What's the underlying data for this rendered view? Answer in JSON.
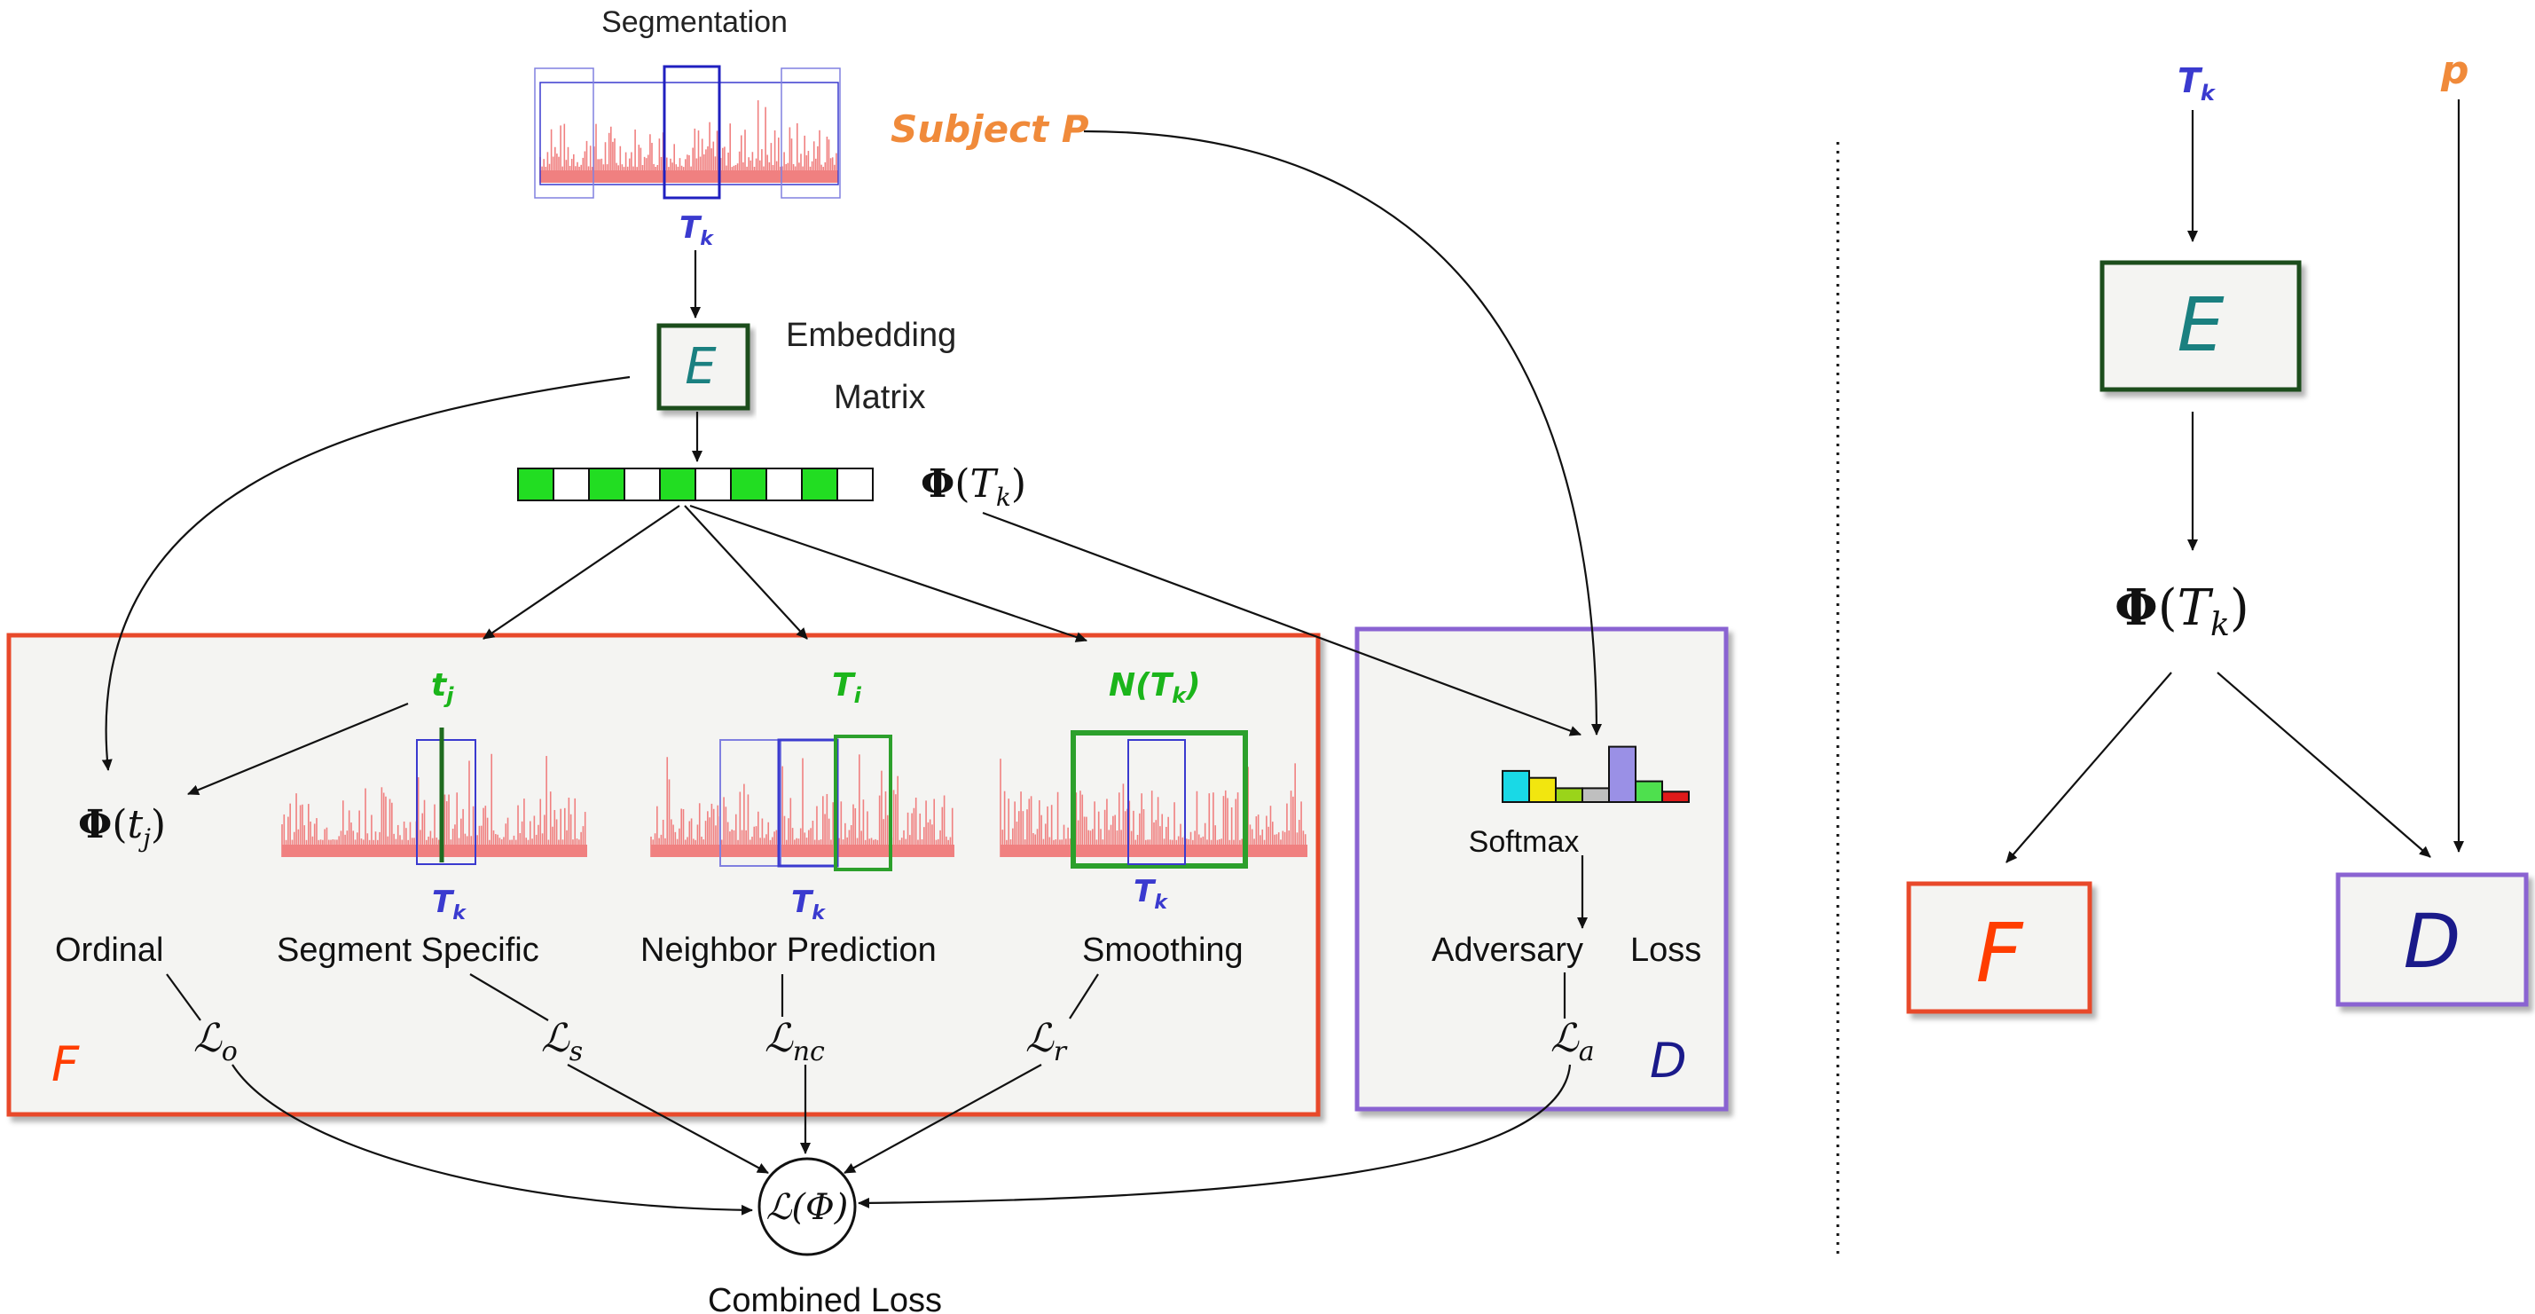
{
  "colors": {
    "f_box": "#e8482a",
    "d_box": "#8a63d2",
    "e_box": "#1f4d1f",
    "e_text": "#1a8080",
    "tk_blue": "#3a3acf",
    "green_label": "#1bb51b",
    "subject_orange": "#f08a3a",
    "f_letter": "#ff3d00",
    "d_letter": "#1a1a8a",
    "signal": "#f08080",
    "panel_fill": "#f4f4f2"
  },
  "left": {
    "segmentation_label": "Segmentation",
    "tk_label": "T",
    "tk_sub": "k",
    "subject_label": "Subject P",
    "e_letter": "E",
    "embedding_line1": "Embedding",
    "embedding_line2": "Matrix",
    "phi_tk": {
      "phi": "Φ",
      "open": "(",
      "var": "T",
      "sub": "k",
      "close": ")"
    },
    "f_panel": {
      "letter": "F",
      "tj_label": "t",
      "tj_sub": "j",
      "ti_label": "T",
      "ti_sub": "i",
      "ntk_label": "N(T",
      "ntk_sub": "k",
      "ntk_close": ")",
      "phi_tj": {
        "phi": "Φ",
        "open": "(",
        "var": "t",
        "sub": "j",
        "close": ")"
      },
      "tasks": [
        "Ordinal",
        "Segment Specific",
        "Neighbor Prediction",
        "Smoothing"
      ],
      "losses": [
        {
          "sym": "ℒ",
          "sub": "o"
        },
        {
          "sym": "ℒ",
          "sub": "s"
        },
        {
          "sym": "ℒ",
          "sub": "nc"
        },
        {
          "sym": "ℒ",
          "sub": "r"
        }
      ]
    },
    "d_panel": {
      "letter": "D",
      "softmax_label": "Softmax",
      "adversary_label": "Adversary",
      "loss_label": "Loss",
      "loss_sym": "ℒ",
      "loss_sub": "a",
      "softmax_values": [
        0.45,
        0.35,
        0.2,
        0.2,
        0.8,
        0.3,
        0.15
      ],
      "softmax_colors": [
        "#19d9e6",
        "#f2e60f",
        "#9ad41a",
        "#bfbfbf",
        "#9a90e6",
        "#4ee04e",
        "#e01a1a"
      ]
    },
    "combined": {
      "label": "Combined Loss",
      "sym": "ℒ(Φ)"
    }
  },
  "right": {
    "tk_label": "T",
    "tk_sub": "k",
    "p_label": "p",
    "e_letter": "E",
    "phi_tk": {
      "phi": "Φ",
      "open": "(",
      "var": "T",
      "sub": "k",
      "close": ")"
    },
    "f_letter": "F",
    "d_letter": "D"
  },
  "embedding_cells": [
    "green",
    "white",
    "green",
    "white",
    "green",
    "white",
    "green",
    "white",
    "green",
    "white"
  ]
}
